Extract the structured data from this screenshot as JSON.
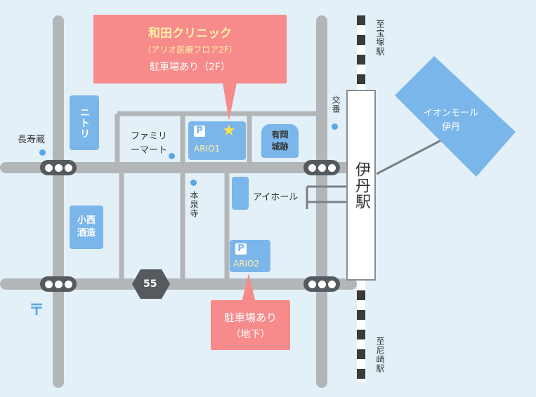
{
  "clinic": {
    "name": "和田クリニック",
    "floor": "（アリオ医療フロア2F）",
    "parking": "駐車場あり（2F）"
  },
  "underground_parking": {
    "line1": "駐車場あり",
    "line2": "（地下）"
  },
  "station": {
    "name": "伊丹駅",
    "north": "至宝塚駅",
    "south": "至尼崎駅"
  },
  "aeon": {
    "line1": "イオンモール",
    "line2": "伊丹"
  },
  "places": {
    "nitori": "ニトリ",
    "konishi": "小西酒造",
    "famima": "ファミリーマート",
    "ario1": "ARIO1",
    "ario2": "ARIO2",
    "arioka": "有岡城跡",
    "aihall": "アイホール",
    "hosenji": "本泉寺",
    "nagasugura": "長寿蔵",
    "koban": "交番"
  },
  "route_number": "55",
  "parking_symbol": "P",
  "star_icon": "★",
  "postal_mark": "〒",
  "colors": {
    "road": "#b3b6b8",
    "building": "#7bb6ea",
    "callout": "#f78a8a",
    "signal": "#545a5e",
    "bg": "#e3f0f8",
    "title_yellow": "#fff2a8"
  }
}
